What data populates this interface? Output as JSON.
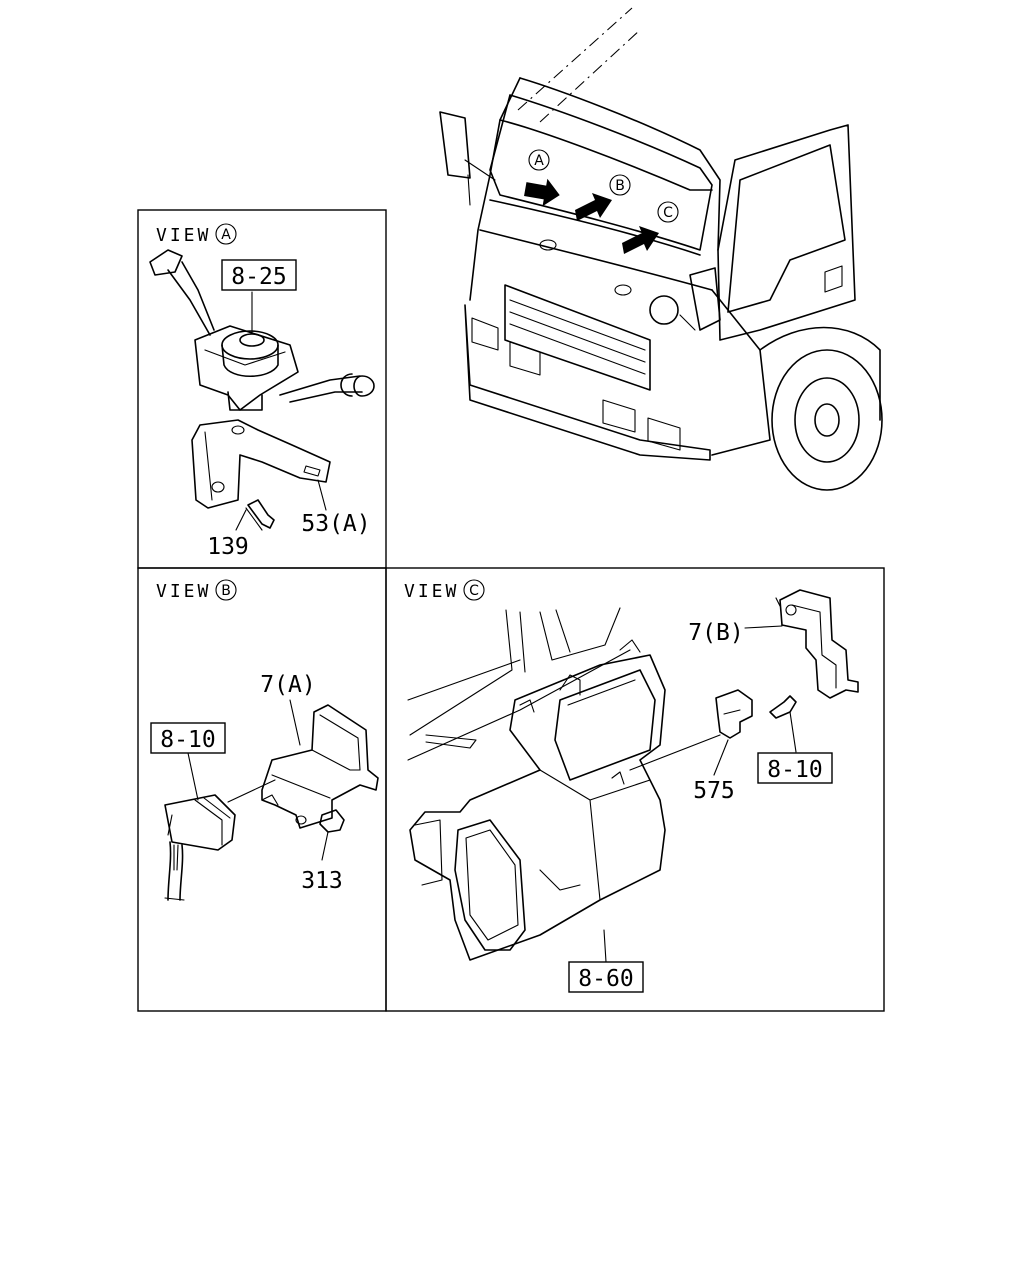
{
  "views": {
    "a": {
      "title": "VIEW",
      "letter": "A"
    },
    "b": {
      "title": "VIEW",
      "letter": "B"
    },
    "c": {
      "title": "VIEW",
      "letter": "C"
    }
  },
  "truck_markers": [
    "A",
    "B",
    "C"
  ],
  "labels": {
    "switch_ref": "8-25",
    "bracket_a": "53(A)",
    "bolt_a": "139",
    "connector_ref": "8-10",
    "bracket_b": "7(A)",
    "bolt_b": "313",
    "bracket_c": "7(B)",
    "clip": "575",
    "connector_ref_c": "8-10",
    "unit_ref": "8-60"
  }
}
